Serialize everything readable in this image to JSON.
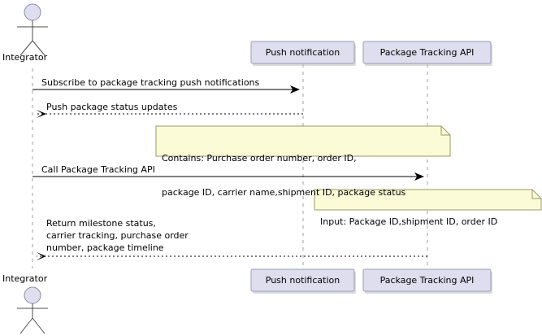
{
  "diagram": {
    "type": "uml-sequence-diagram",
    "colors": {
      "participant_fill": "#DEDEEE",
      "participant_border": "#9A9ABA",
      "note_fill": "#FBFBD8",
      "note_border": "#9A9A66",
      "lifeline": "#A0A0A0",
      "line": "#000000",
      "actor_head_fill": "#DEDEEE",
      "shadow": "#BFBFBF"
    },
    "actors": [
      {
        "name": "integrator-top",
        "label": "Integrator"
      },
      {
        "name": "integrator-bottom",
        "label": "Integrator"
      }
    ],
    "participants": [
      {
        "name": "push-notification",
        "label": "Push notification"
      },
      {
        "name": "package-tracking-api",
        "label": "Package Tracking API"
      }
    ],
    "participants_bottom": [
      {
        "name": "push-notification",
        "label": "Push notification"
      },
      {
        "name": "package-tracking-api",
        "label": "Package Tracking API"
      }
    ],
    "messages": [
      {
        "name": "subscribe-message",
        "label": "Subscribe to package tracking push notifications",
        "from": "Integrator",
        "to": "Push notification",
        "style": "solid",
        "direction": "right"
      },
      {
        "name": "push-updates-message",
        "label": "Push package status updates",
        "from": "Push notification",
        "to": "Integrator",
        "style": "dashed",
        "direction": "left"
      },
      {
        "name": "call-api-message",
        "label": "Call Package Tracking API",
        "from": "Integrator",
        "to": "Package Tracking API",
        "style": "solid",
        "direction": "right"
      },
      {
        "name": "return-milestone-message",
        "label": "Return milestone status,\ncarrier tracking, purchase order\nnumber, package timeline",
        "label_lines": [
          "Return milestone status,",
          "carrier tracking, purchase order",
          "number, package timeline"
        ],
        "from": "Package Tracking API",
        "to": "Integrator",
        "style": "dashed",
        "direction": "left"
      }
    ],
    "notes": [
      {
        "name": "note-push-contents",
        "lines": [
          "Contains: Purchase order number, order ID,",
          "package ID, carrier name,shipment ID, package status"
        ]
      },
      {
        "name": "note-api-input",
        "lines": [
          "Input: Package ID,shipment ID, order ID"
        ]
      }
    ]
  }
}
